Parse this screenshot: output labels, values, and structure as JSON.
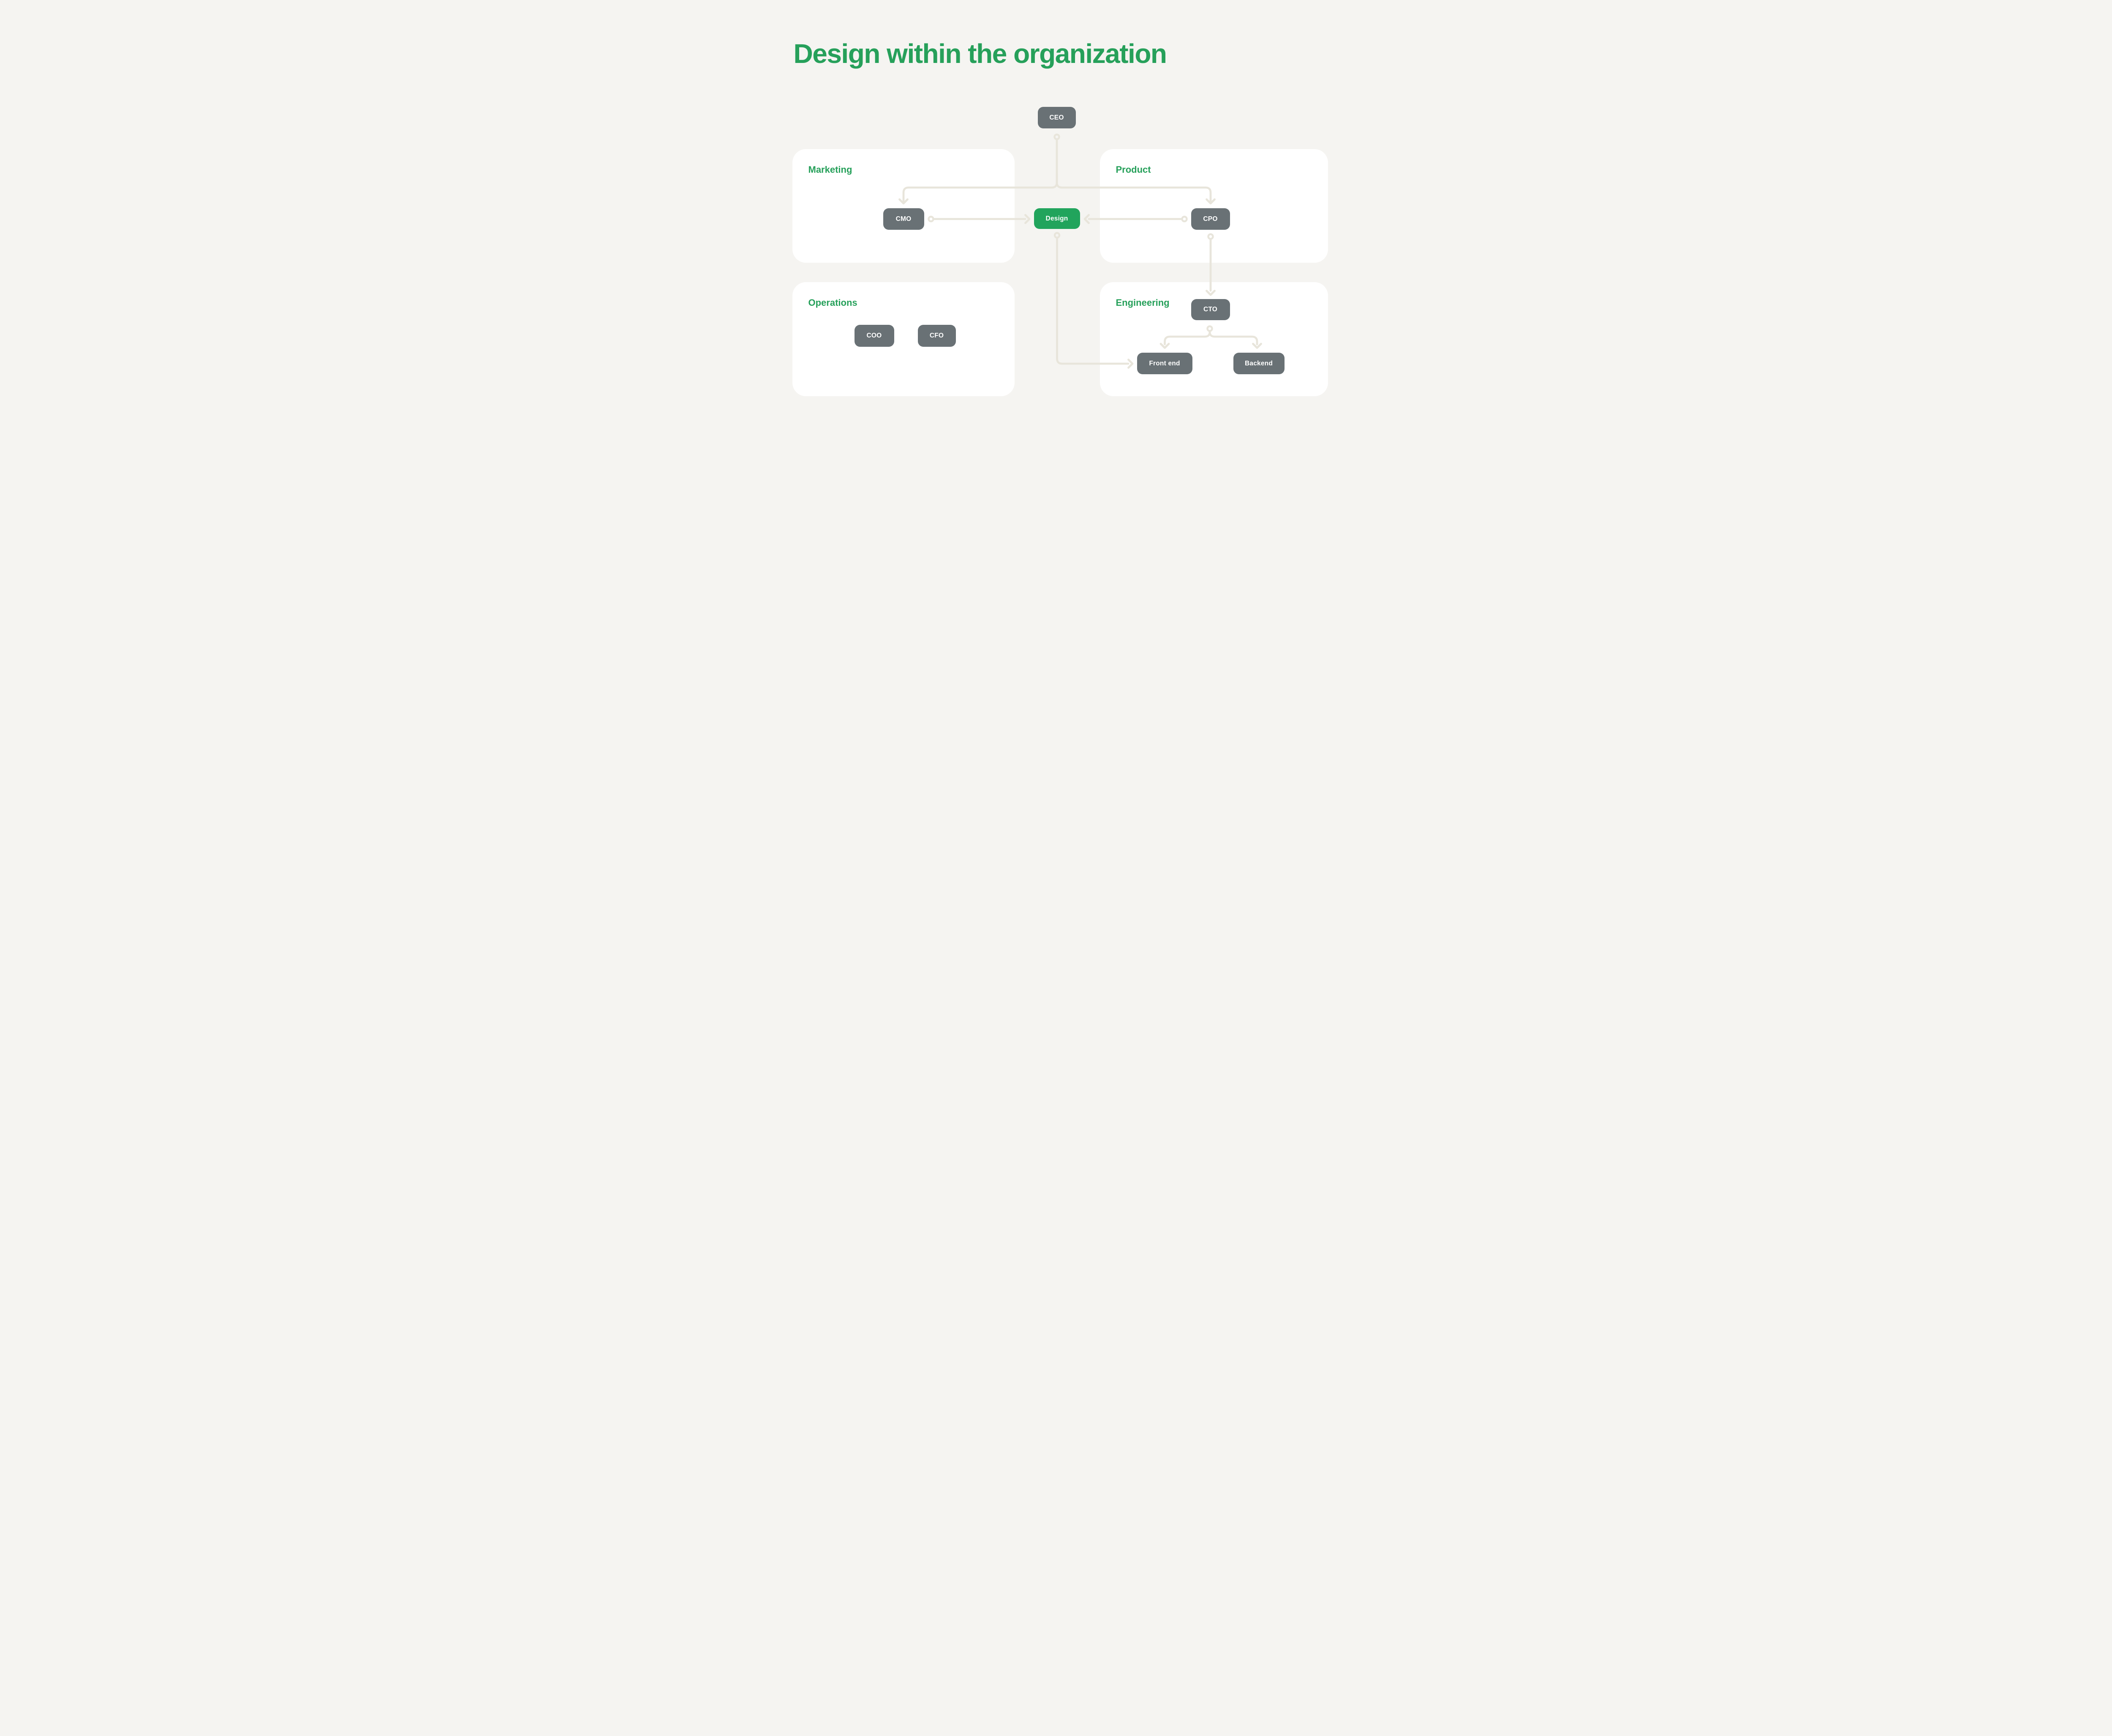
{
  "title": "Design within the organization",
  "colors": {
    "background": "#f5f4f1",
    "panel": "#ffffff",
    "accent_green": "#26a05a",
    "box_green": "#21a45c",
    "box_gray": "#697175",
    "connector": "#e8e5db",
    "box_text": "#ffffff"
  },
  "panels": {
    "marketing": {
      "label": "Marketing"
    },
    "product": {
      "label": "Product"
    },
    "operations": {
      "label": "Operations"
    },
    "engineering": {
      "label": "Engineering"
    }
  },
  "nodes": {
    "ceo": {
      "label": "CEO"
    },
    "cmo": {
      "label": "CMO"
    },
    "cpo": {
      "label": "CPO"
    },
    "cto": {
      "label": "CTO"
    },
    "coo": {
      "label": "COO"
    },
    "cfo": {
      "label": "CFO"
    },
    "design": {
      "label": "Design"
    },
    "frontend": {
      "label": "Front end"
    },
    "backend": {
      "label": "Backend"
    }
  },
  "edges": [
    {
      "from": "CEO",
      "to": "CMO"
    },
    {
      "from": "CEO",
      "to": "CPO"
    },
    {
      "from": "CMO",
      "to": "Design"
    },
    {
      "from": "CPO",
      "to": "Design"
    },
    {
      "from": "CPO",
      "to": "CTO"
    },
    {
      "from": "Design",
      "to": "Front end"
    },
    {
      "from": "CTO",
      "to": "Front end"
    },
    {
      "from": "CTO",
      "to": "Backend"
    }
  ]
}
